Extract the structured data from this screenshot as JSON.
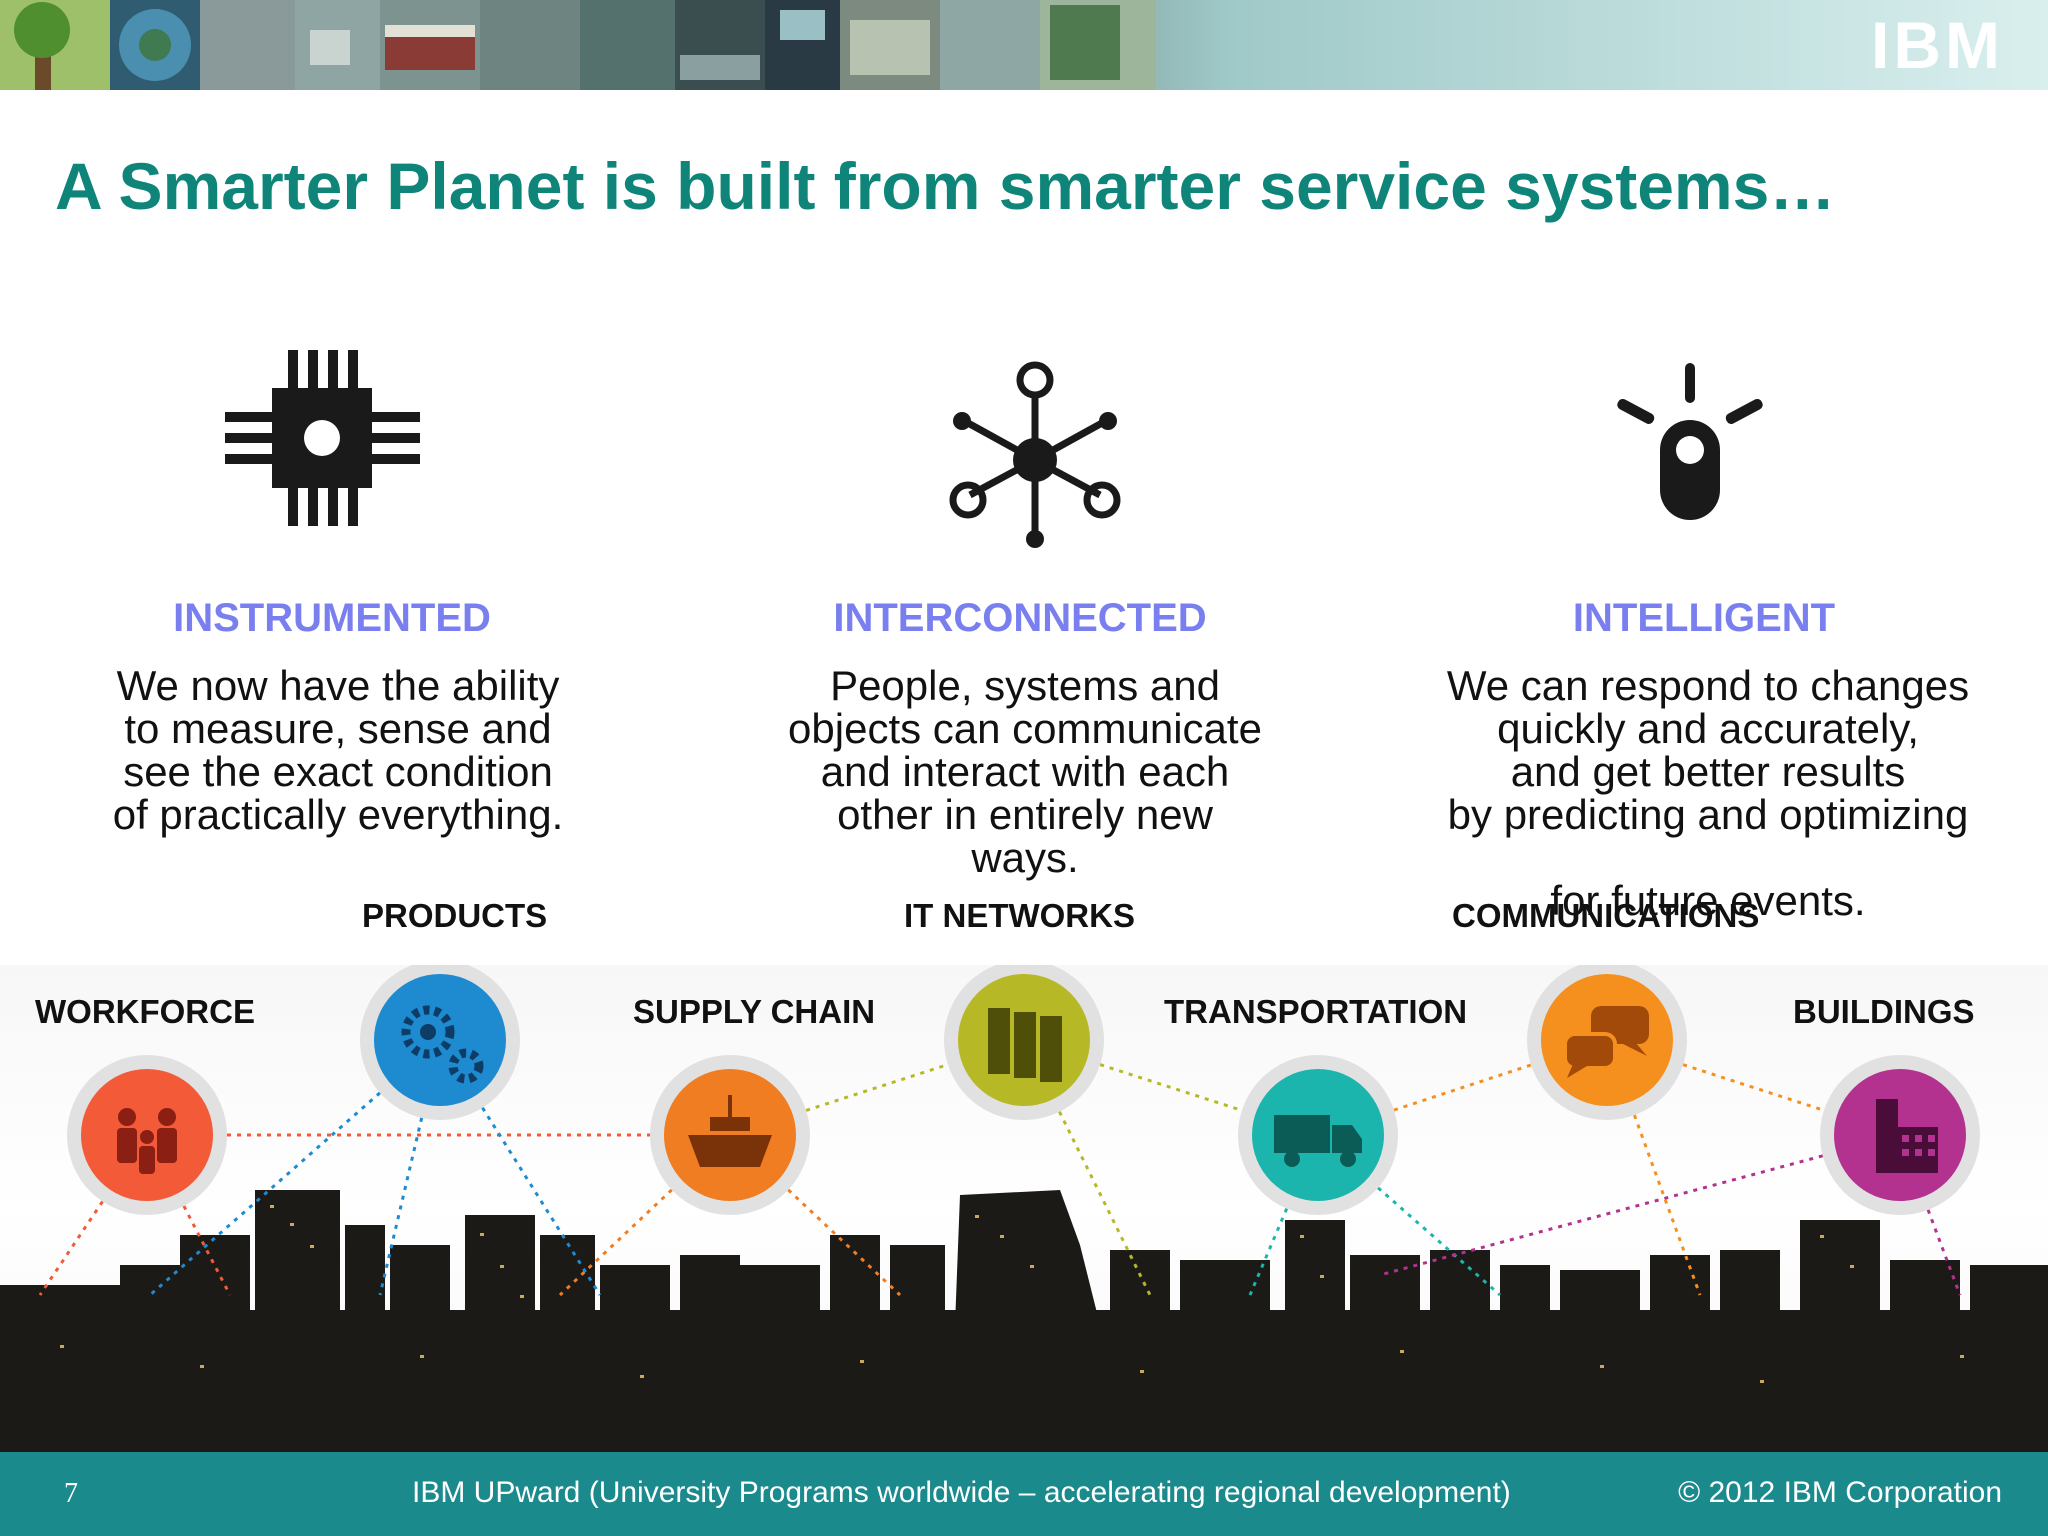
{
  "header": {
    "logo_text": "IBM"
  },
  "title": "A Smarter Planet is built from smarter service systems…",
  "columns": [
    {
      "heading": "INSTRUMENTED",
      "lines": [
        "We now have the ability",
        "to measure, sense and",
        "see the exact condition",
        "of practically everything."
      ],
      "icon": "microchip-icon"
    },
    {
      "heading": "INTERCONNECTED",
      "lines": [
        "People, systems and",
        "objects can communicate",
        "and interact with each",
        "other in entirely new",
        "ways."
      ],
      "icon": "network-hub-icon"
    },
    {
      "heading": "INTELLIGENT",
      "lines": [
        "We can respond to changes",
        "quickly and accurately,",
        "and get better results",
        "by predicting and optimizing",
        "",
        "for future events."
      ],
      "icon": "lightbulb-icon"
    }
  ],
  "systems": {
    "products": "PRODUCTS",
    "it_networks": "IT NETWORKS",
    "communications": "COMMUNICATIONS",
    "workforce": "WORKFORCE",
    "supply_chain": "SUPPLY CHAIN",
    "transportation": "TRANSPORTATION",
    "buildings": "BUILDINGS"
  },
  "system_icons": {
    "workforce": "people-icon",
    "products": "gears-icon",
    "supply_chain": "ship-icon",
    "it_networks": "servers-icon",
    "transportation": "truck-icon",
    "communications": "chat-bubbles-icon",
    "buildings": "building-icon"
  },
  "colors": {
    "title": "#0f857a",
    "heading": "#7a7ff0",
    "footer": "#1a8a8d",
    "workforce": "#f25a38",
    "products": "#1e8ad0",
    "supply_chain": "#f07d22",
    "it_networks": "#b6b826",
    "transportation": "#1cb5ad",
    "communications": "#f5901f",
    "buildings": "#b4328f"
  },
  "footer": {
    "page_number": "7",
    "center_text": "IBM UPward (University Programs worldwide – accelerating regional development)",
    "copyright": "© 2012 IBM Corporation"
  }
}
